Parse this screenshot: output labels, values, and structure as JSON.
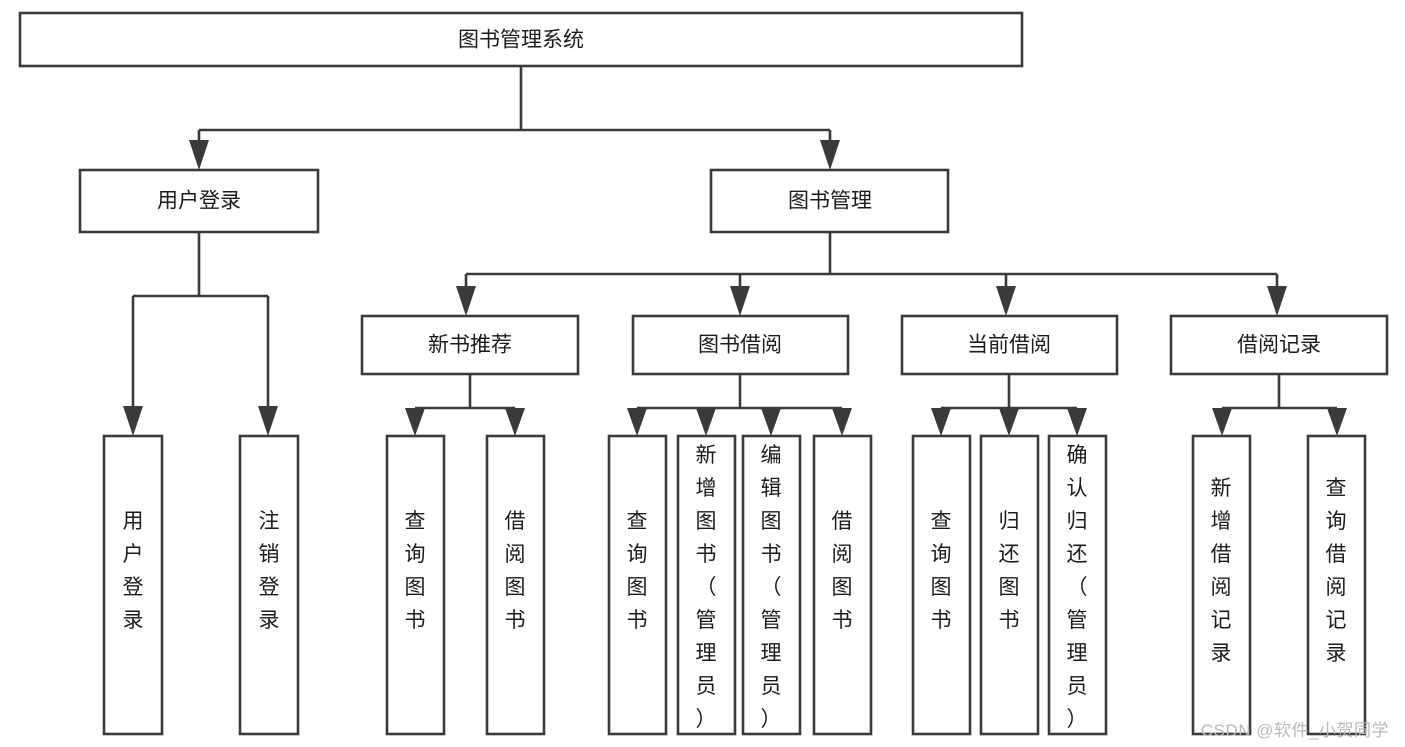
{
  "diagram": {
    "type": "hierarchy-tree",
    "title": "图书管理系统",
    "watermark": "CSDN @软件_小贺同学",
    "colors": {
      "box_stroke": "#3a3a3a",
      "box_fill": "#ffffff",
      "text": "#1b1b1b",
      "watermark": "#b9b9b9",
      "background": "#ffffff"
    },
    "levels": {
      "level1": [
        {
          "id": "root",
          "label": "图书管理系统",
          "orientation": "horizontal"
        }
      ],
      "level2": [
        {
          "id": "user-login",
          "label": "用户登录",
          "orientation": "horizontal",
          "parent": "root"
        },
        {
          "id": "book-manage",
          "label": "图书管理",
          "orientation": "horizontal",
          "parent": "root"
        }
      ],
      "level3": [
        {
          "id": "new-book-rec",
          "label": "新书推荐",
          "orientation": "horizontal",
          "parent": "book-manage"
        },
        {
          "id": "book-borrow",
          "label": "图书借阅",
          "orientation": "horizontal",
          "parent": "book-manage"
        },
        {
          "id": "current-borrow",
          "label": "当前借阅",
          "orientation": "horizontal",
          "parent": "book-manage"
        },
        {
          "id": "borrow-record",
          "label": "借阅记录",
          "orientation": "horizontal",
          "parent": "book-manage"
        }
      ],
      "level4": [
        {
          "id": "leaf-user-login",
          "label": "用户登录",
          "orientation": "vertical",
          "parent": "user-login"
        },
        {
          "id": "leaf-logout",
          "label": "注销登录",
          "orientation": "vertical",
          "parent": "user-login"
        },
        {
          "id": "leaf-query-book-1",
          "label": "查询图书",
          "orientation": "vertical",
          "parent": "new-book-rec"
        },
        {
          "id": "leaf-borrow-book-1",
          "label": "借阅图书",
          "orientation": "vertical",
          "parent": "new-book-rec"
        },
        {
          "id": "leaf-query-book-2",
          "label": "查询图书",
          "orientation": "vertical",
          "parent": "book-borrow"
        },
        {
          "id": "leaf-add-book",
          "label": "新增图书（管理员）",
          "orientation": "vertical",
          "parent": "book-borrow"
        },
        {
          "id": "leaf-edit-book",
          "label": "编辑图书（管理员）",
          "orientation": "vertical",
          "parent": "book-borrow"
        },
        {
          "id": "leaf-borrow-book-2",
          "label": "借阅图书",
          "orientation": "vertical",
          "parent": "book-borrow"
        },
        {
          "id": "leaf-query-book-3",
          "label": "查询图书",
          "orientation": "vertical",
          "parent": "current-borrow"
        },
        {
          "id": "leaf-return-book",
          "label": "归还图书",
          "orientation": "vertical",
          "parent": "current-borrow"
        },
        {
          "id": "leaf-confirm-return",
          "label": "确认归还（管理员）",
          "orientation": "vertical",
          "parent": "current-borrow"
        },
        {
          "id": "leaf-add-record",
          "label": "新增借阅记录",
          "orientation": "vertical",
          "parent": "borrow-record"
        },
        {
          "id": "leaf-query-record",
          "label": "查询借阅记录",
          "orientation": "vertical",
          "parent": "borrow-record"
        }
      ]
    }
  }
}
